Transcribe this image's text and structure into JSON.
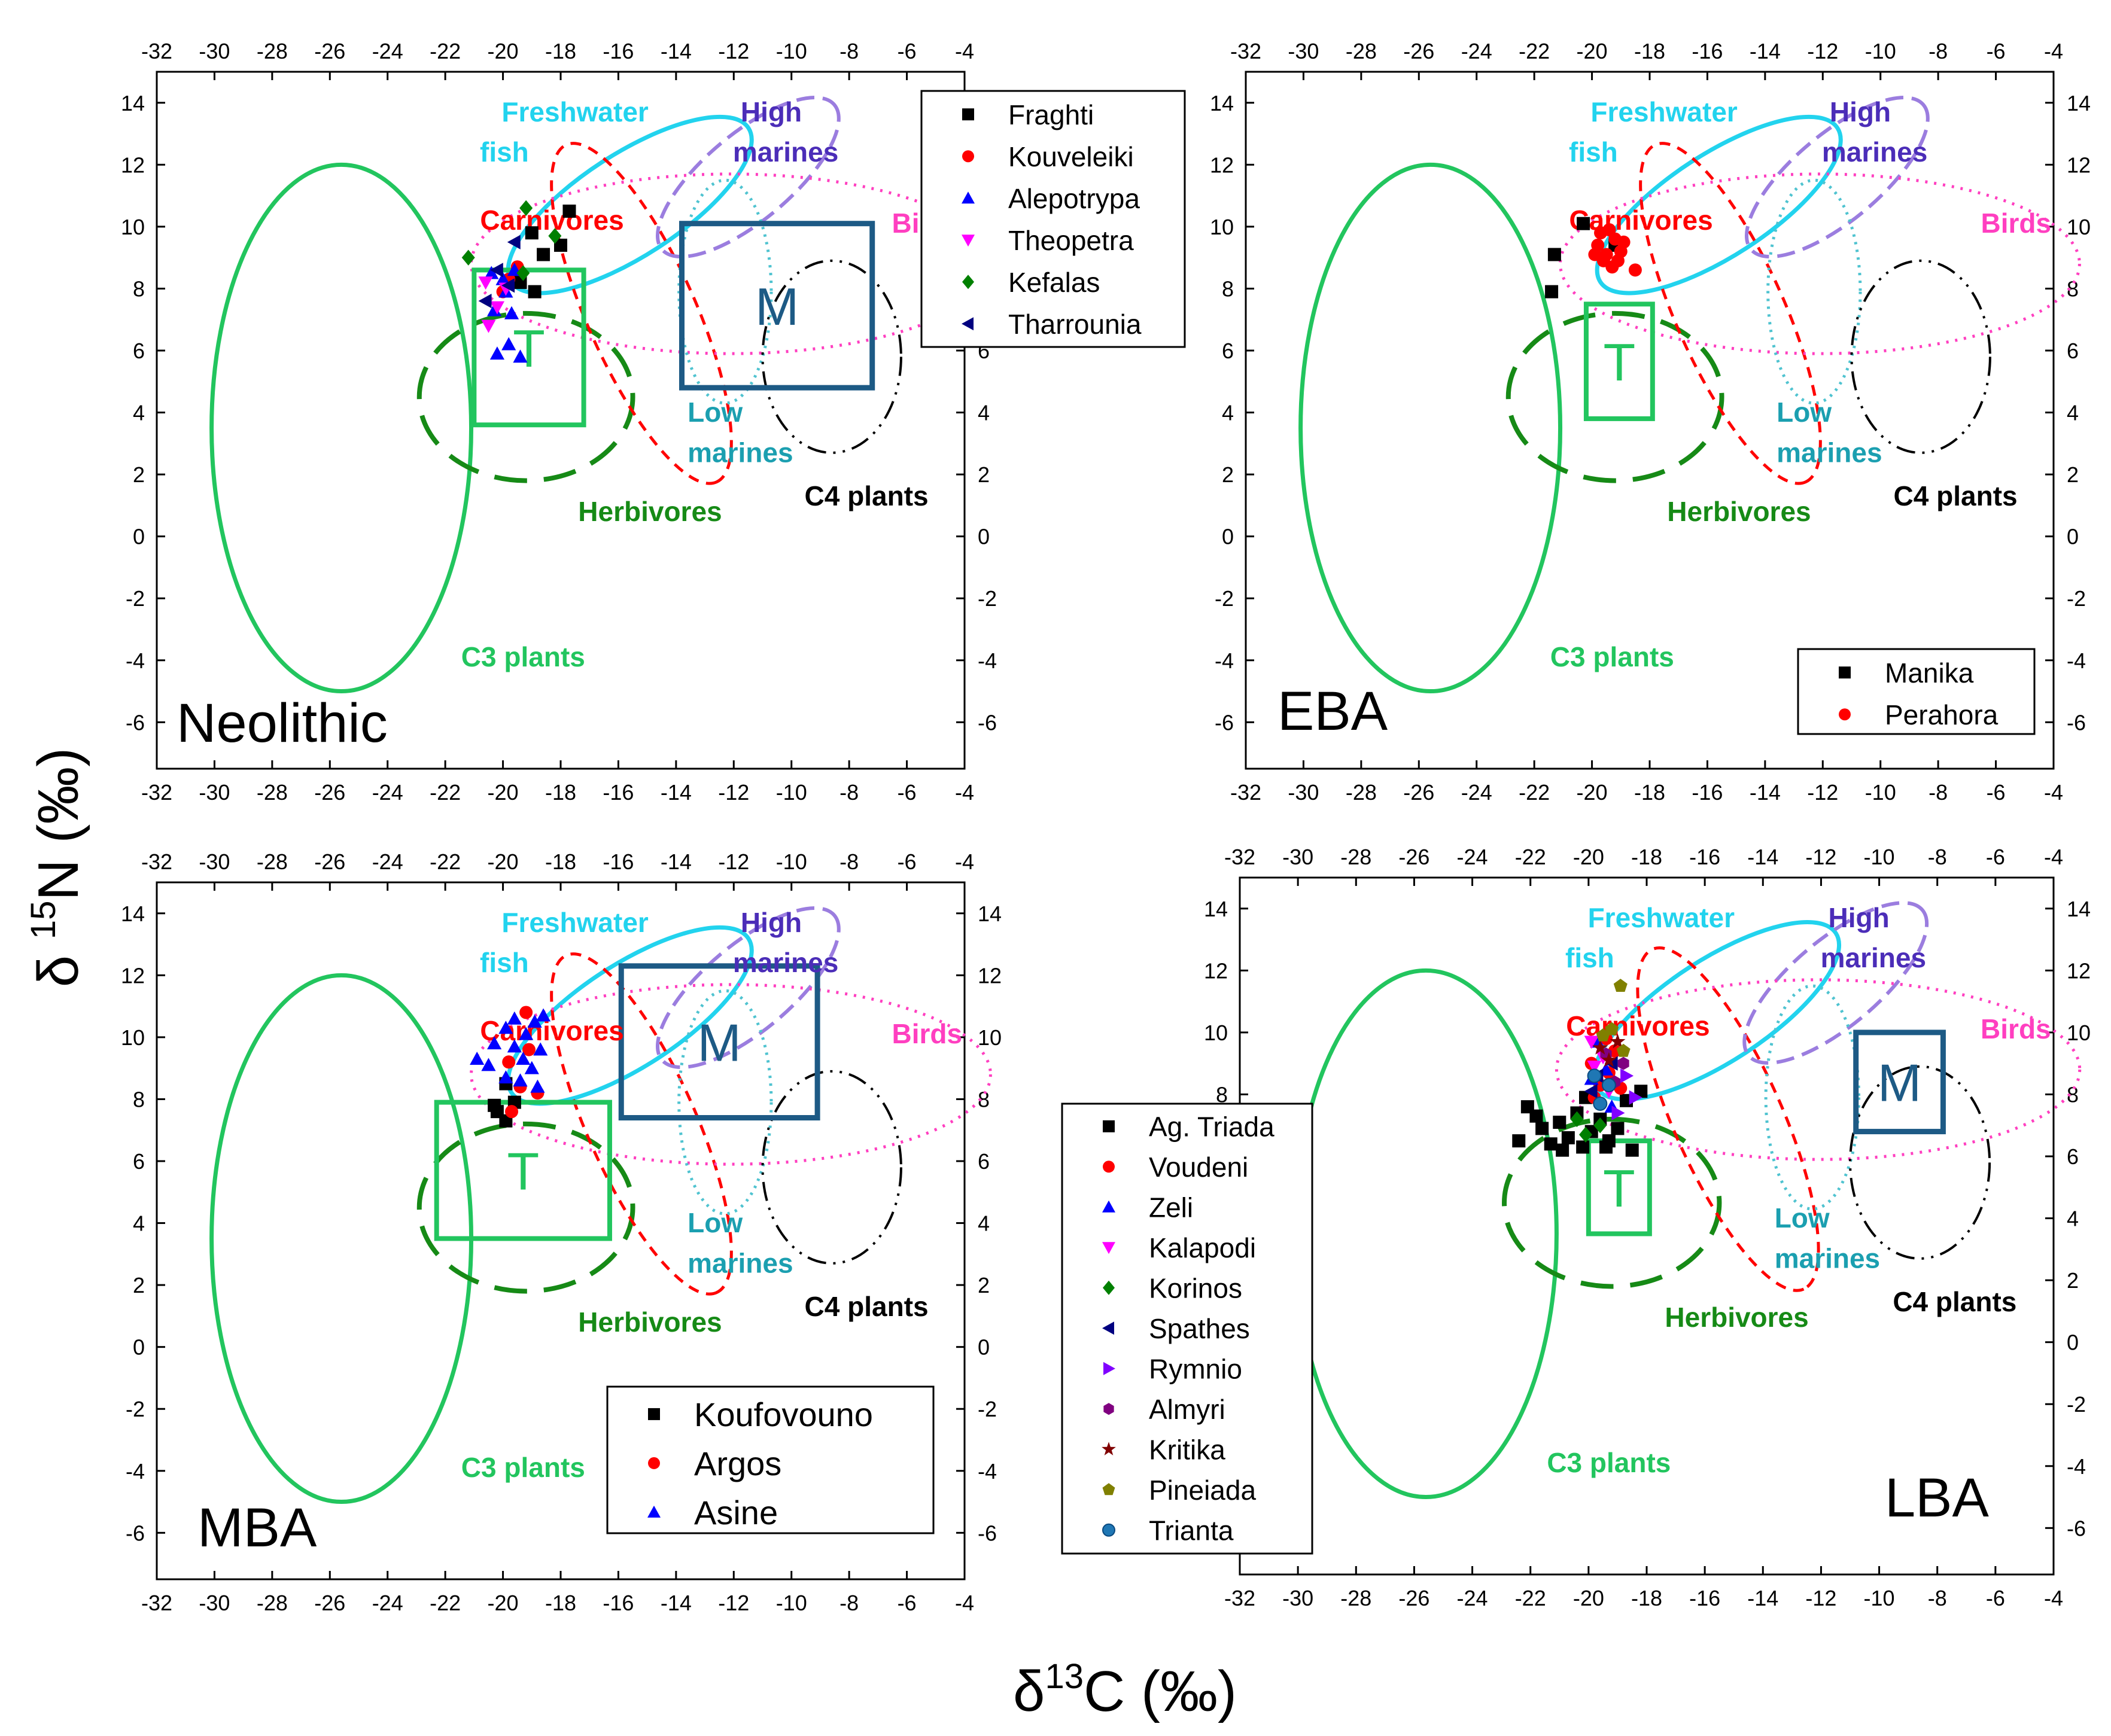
{
  "figure": {
    "xlabel_main": "δ",
    "xlabel_sup": "13",
    "xlabel_rest": "C (‰)",
    "ylabel_main": "δ ",
    "ylabel_sup": "15",
    "ylabel_rest": "N (‰)"
  },
  "chart_data": [
    {
      "type": "scatter",
      "id": "neolithic",
      "period_label": "Neolithic",
      "xlim": [
        -32,
        -4
      ],
      "ylim": [
        -7.5,
        15
      ],
      "xticks": [
        -32,
        -30,
        -28,
        -26,
        -24,
        -22,
        -20,
        -18,
        -16,
        -14,
        -12,
        -10,
        -8,
        -6,
        -4
      ],
      "yticks": [
        -6,
        -4,
        -2,
        0,
        2,
        4,
        6,
        8,
        10,
        12,
        14
      ],
      "grid": false,
      "legend_position": "top-right",
      "regions": {
        "T": {
          "x0": -21,
          "x1": -17.2,
          "y0": 3.6,
          "y1": 8.6,
          "label": "T"
        },
        "M": {
          "x0": -13.8,
          "x1": -7.2,
          "y0": 4.8,
          "y1": 10.1,
          "label": "M"
        }
      },
      "series": [
        {
          "name": "Fraghti",
          "marker": "square",
          "color": "#000000",
          "points": [
            [
              -19,
              9.8
            ],
            [
              -18.6,
              9.1
            ],
            [
              -18,
              9.4
            ],
            [
              -17.7,
              10.5
            ],
            [
              -18.9,
              7.9
            ],
            [
              -19.4,
              8.2
            ]
          ]
        },
        {
          "name": "Kouveleiki",
          "marker": "circle",
          "color": "#ff0000",
          "points": [
            [
              -19.8,
              8.3
            ],
            [
              -19.5,
              8.7
            ],
            [
              -20,
              7.9
            ]
          ]
        },
        {
          "name": "Alepotrypa",
          "marker": "triangle-up",
          "color": "#0000ff",
          "points": [
            [
              -20.2,
              5.9
            ],
            [
              -19.8,
              6.2
            ],
            [
              -19.4,
              5.8
            ],
            [
              -20.3,
              7.3
            ],
            [
              -19.9,
              7.9
            ],
            [
              -20,
              8.3
            ],
            [
              -19.6,
              8.6
            ],
            [
              -20.4,
              8.5
            ],
            [
              -19.7,
              7.2
            ]
          ]
        },
        {
          "name": "Theopetra",
          "marker": "triangle-down",
          "color": "#ff00ff",
          "points": [
            [
              -20.5,
              6.8
            ],
            [
              -20.2,
              7.4
            ],
            [
              -19.9,
              8
            ],
            [
              -20.6,
              8.2
            ]
          ]
        },
        {
          "name": "Kefalas",
          "marker": "diamond",
          "color": "#008000",
          "points": [
            [
              -21.2,
              9
            ],
            [
              -19.2,
              10.6
            ],
            [
              -18.2,
              9.7
            ],
            [
              -19.3,
              8.5
            ]
          ]
        },
        {
          "name": "Tharrounia",
          "marker": "triangle-left",
          "color": "#000080",
          "points": [
            [
              -20.2,
              8.6
            ],
            [
              -19.8,
              8.1
            ],
            [
              -19.6,
              9.5
            ],
            [
              -20.6,
              7.6
            ]
          ]
        }
      ]
    },
    {
      "type": "scatter",
      "id": "eba",
      "period_label": "EBA",
      "xlim": [
        -32,
        -4
      ],
      "ylim": [
        -7.5,
        15
      ],
      "xticks": [
        -32,
        -30,
        -28,
        -26,
        -24,
        -22,
        -20,
        -18,
        -16,
        -14,
        -12,
        -10,
        -8,
        -6,
        -4
      ],
      "yticks": [
        -6,
        -4,
        -2,
        0,
        2,
        4,
        6,
        8,
        10,
        12,
        14
      ],
      "grid": false,
      "legend_position": "bottom-right",
      "regions": {
        "T": {
          "x0": -20.2,
          "x1": -17.9,
          "y0": 3.8,
          "y1": 7.5,
          "label": "T"
        }
      },
      "series": [
        {
          "name": "Manika",
          "marker": "square",
          "color": "#000000",
          "points": [
            [
              -21.3,
              9.1
            ],
            [
              -21.4,
              7.9
            ],
            [
              -20.3,
              10.1
            ],
            [
              -19.2,
              9.4
            ]
          ]
        },
        {
          "name": "Perahora",
          "marker": "circle",
          "color": "#ff0000",
          "points": [
            [
              -19.8,
              9.4
            ],
            [
              -19.5,
              9.1
            ],
            [
              -19.2,
              9.6
            ],
            [
              -19,
              9.2
            ],
            [
              -19.6,
              8.9
            ],
            [
              -19.3,
              8.7
            ],
            [
              -18.9,
              9.5
            ],
            [
              -19.7,
              9.8
            ],
            [
              -19.1,
              8.9
            ],
            [
              -18.5,
              8.6
            ],
            [
              -19.4,
              9.9
            ],
            [
              -19.9,
              9.1
            ]
          ]
        }
      ]
    },
    {
      "type": "scatter",
      "id": "mba",
      "period_label": "MBA",
      "xlim": [
        -32,
        -4
      ],
      "ylim": [
        -7.5,
        15
      ],
      "xticks": [
        -32,
        -30,
        -28,
        -26,
        -24,
        -22,
        -20,
        -18,
        -16,
        -14,
        -12,
        -10,
        -8,
        -6,
        -4
      ],
      "yticks": [
        -6,
        -4,
        -2,
        0,
        2,
        4,
        6,
        8,
        10,
        12,
        14
      ],
      "grid": false,
      "legend_position": "bottom-right",
      "regions": {
        "T": {
          "x0": -22.3,
          "x1": -16.3,
          "y0": 3.5,
          "y1": 7.9,
          "label": "T"
        },
        "M": {
          "x0": -15.9,
          "x1": -9.1,
          "y0": 7.4,
          "y1": 12.3,
          "label": "M"
        }
      },
      "series": [
        {
          "name": "Koufovouno",
          "marker": "square",
          "color": "#000000",
          "points": [
            [
              -20.2,
              7.6
            ],
            [
              -19.9,
              7.3
            ],
            [
              -20.3,
              7.8
            ],
            [
              -19.6,
              7.9
            ],
            [
              -19.9,
              8.5
            ]
          ]
        },
        {
          "name": "Argos",
          "marker": "circle",
          "color": "#ff0000",
          "points": [
            [
              -19.2,
              10.8
            ],
            [
              -19.8,
              9.2
            ],
            [
              -19.4,
              8.4
            ],
            [
              -19.7,
              7.6
            ],
            [
              -19.1,
              9.6
            ],
            [
              -18.8,
              8.2
            ]
          ]
        },
        {
          "name": "Asine",
          "marker": "triangle-up",
          "color": "#0000ff",
          "points": [
            [
              -20.9,
              9.3
            ],
            [
              -20.3,
              9.8
            ],
            [
              -19.9,
              10.3
            ],
            [
              -19.6,
              10.6
            ],
            [
              -19.2,
              10.1
            ],
            [
              -18.9,
              10.5
            ],
            [
              -18.7,
              9.6
            ],
            [
              -19,
              9
            ],
            [
              -18.8,
              8.4
            ],
            [
              -19.4,
              8.6
            ],
            [
              -19.9,
              8.7
            ],
            [
              -20.5,
              9.1
            ],
            [
              -19.3,
              9.3
            ],
            [
              -18.6,
              10.7
            ],
            [
              -19.6,
              9.7
            ]
          ]
        }
      ]
    },
    {
      "type": "scatter",
      "id": "lba",
      "period_label": "LBA",
      "xlim": [
        -32,
        -4
      ],
      "ylim": [
        -7.5,
        15
      ],
      "xticks": [
        -32,
        -30,
        -28,
        -26,
        -24,
        -22,
        -20,
        -18,
        -16,
        -14,
        -12,
        -10,
        -8,
        -6,
        -4
      ],
      "yticks": [
        -6,
        -4,
        -2,
        0,
        2,
        4,
        6,
        8,
        10,
        12,
        14
      ],
      "grid": false,
      "legend_position": "left",
      "regions": {
        "T": {
          "x0": -20,
          "x1": -17.9,
          "y0": 3.5,
          "y1": 6.5,
          "label": "T"
        },
        "M": {
          "x0": -10.8,
          "x1": -7.8,
          "y0": 6.8,
          "y1": 10,
          "label": "M"
        }
      },
      "series": [
        {
          "name": "Ag. Triada",
          "marker": "square",
          "color": "#000000",
          "points": [
            [
              -22.4,
              6.5
            ],
            [
              -22.1,
              7.6
            ],
            [
              -21.6,
              6.9
            ],
            [
              -21.3,
              6.4
            ],
            [
              -21,
              7.1
            ],
            [
              -20.7,
              6.6
            ],
            [
              -20.4,
              7.4
            ],
            [
              -20.2,
              6.3
            ],
            [
              -19.9,
              6.8
            ],
            [
              -19.6,
              7.2
            ],
            [
              -19.3,
              6.5
            ],
            [
              -19,
              6.9
            ],
            [
              -18.7,
              7.8
            ],
            [
              -18.5,
              6.2
            ],
            [
              -18.2,
              8.1
            ],
            [
              -21.8,
              7.3
            ],
            [
              -20.9,
              6.2
            ],
            [
              -20.1,
              7.9
            ],
            [
              -19.4,
              6.3
            ]
          ]
        },
        {
          "name": "Voudeni",
          "marker": "circle",
          "color": "#ff0000",
          "points": [
            [
              -19.9,
              9
            ],
            [
              -19.6,
              8.3
            ],
            [
              -19.3,
              8.7
            ],
            [
              -19.1,
              9.4
            ],
            [
              -19.8,
              7.9
            ],
            [
              -19.4,
              9.8
            ],
            [
              -18.9,
              8.2
            ]
          ]
        },
        {
          "name": "Zeli",
          "marker": "triangle-up",
          "color": "#0000ff",
          "points": [
            [
              -19.7,
              9.7
            ],
            [
              -19.4,
              8.8
            ],
            [
              -19.9,
              8.5
            ],
            [
              -19.2,
              7.6
            ]
          ]
        },
        {
          "name": "Kalapodi",
          "marker": "triangle-down",
          "color": "#ff00ff",
          "points": [
            [
              -19.8,
              8.9
            ],
            [
              -19.5,
              9.2
            ],
            [
              -19.9,
              9.7
            ],
            [
              -19.3,
              8.1
            ]
          ]
        },
        {
          "name": "Korinos",
          "marker": "diamond",
          "color": "#008000",
          "points": [
            [
              -20.1,
              6.7
            ],
            [
              -19.6,
              7
            ],
            [
              -20.4,
              7.2
            ]
          ]
        },
        {
          "name": "Spathes",
          "marker": "triangle-left",
          "color": "#000080",
          "points": [
            [
              -19.7,
              8.6
            ],
            [
              -19.2,
              9
            ],
            [
              -19.9,
              8.1
            ]
          ]
        },
        {
          "name": "Rymnio",
          "marker": "triangle-right",
          "color": "#8000ff",
          "points": [
            [
              -18.7,
              8.6
            ],
            [
              -18.4,
              7.9
            ],
            [
              -19,
              7.4
            ]
          ]
        },
        {
          "name": "Almyri",
          "marker": "hexagon",
          "color": "#800080",
          "points": [
            [
              -19.4,
              9.3
            ],
            [
              -19.1,
              8.4
            ],
            [
              -18.8,
              9
            ]
          ]
        },
        {
          "name": "Kritika",
          "marker": "star",
          "color": "#800000",
          "points": [
            [
              -19.6,
              9.5
            ],
            [
              -19.3,
              9.1
            ],
            [
              -19,
              9.7
            ]
          ]
        },
        {
          "name": "Pineiada",
          "marker": "pentagon",
          "color": "#808000",
          "points": [
            [
              -18.9,
              11.5
            ],
            [
              -19.2,
              10.1
            ],
            [
              -18.8,
              9.4
            ],
            [
              -19.5,
              9.9
            ]
          ]
        },
        {
          "name": "Trianta",
          "marker": "ball",
          "color": "#1f77b4",
          "points": [
            [
              -19.6,
              7.7
            ],
            [
              -19.3,
              8.3
            ],
            [
              -19.8,
              8.6
            ]
          ]
        }
      ]
    }
  ],
  "annotations": {
    "freshwater": "Freshwater",
    "fish": "fish",
    "high": "High",
    "marines": "marines",
    "birds": "Birds",
    "carnivores": "Carnivores",
    "low": "Low",
    "low_marines": "marines",
    "c4": "C4 plants",
    "herbivores": "Herbivores",
    "c3": "C3 plants"
  },
  "colors": {
    "c3": "#22c55e",
    "herbivores": "#168a16",
    "freshwater": "#22d3ee",
    "carnivores": "#ff0000",
    "high_marines": "#9b7ddf",
    "high_marines_text": "#4b2db8",
    "birds": "#ff3fc0",
    "low_marines": "#4fc3d0",
    "low_marines_text": "#1b9fb0",
    "c4": "#000000",
    "box_T": "#22c55e",
    "box_M": "#1d5a85"
  }
}
